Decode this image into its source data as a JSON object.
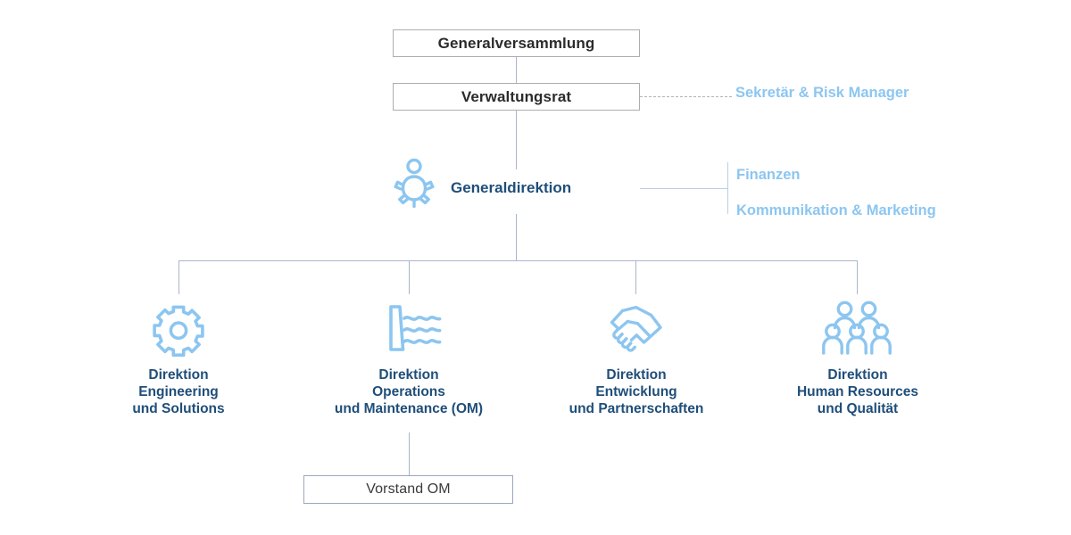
{
  "chart": {
    "type": "org-chart",
    "language": "de",
    "colors": {
      "accent_dark": "#1F4E79",
      "accent_light": "#8CC6F0",
      "connector": "#A8B6CC",
      "connector_light": "#B9CFE4",
      "box_border": "#ADADAD",
      "box_text": "#2B2B2B",
      "background": "#FFFFFF"
    }
  },
  "top_boxes": [
    {
      "label": "Generalversammlung"
    },
    {
      "label": "Verwaltungsrat"
    }
  ],
  "advisor": {
    "label": "Sekretär & Risk Manager",
    "connector": "dashed"
  },
  "management": {
    "label": "Generaldirektion",
    "icon": "person-in-gear-icon"
  },
  "staff_units": [
    {
      "label": "Finanzen"
    },
    {
      "label": "Kommunikation & Marketing"
    }
  ],
  "departments": [
    {
      "icon": "gear-icon",
      "lines": [
        "Direktion",
        "Engineering",
        "und Solutions"
      ]
    },
    {
      "icon": "dam-water-icon",
      "lines": [
        "Direktion",
        "Operations",
        "und Maintenance (OM)"
      ]
    },
    {
      "icon": "handshake-icon",
      "lines": [
        "Direktion",
        "Entwicklung",
        "und Partnerschaften"
      ]
    },
    {
      "icon": "people-group-icon",
      "lines": [
        "Direktion",
        "Human Resources",
        "und Qualität"
      ]
    }
  ],
  "sub_box": {
    "label": "Vorstand OM",
    "parent": "Direktion Operations und Maintenance (OM)"
  }
}
